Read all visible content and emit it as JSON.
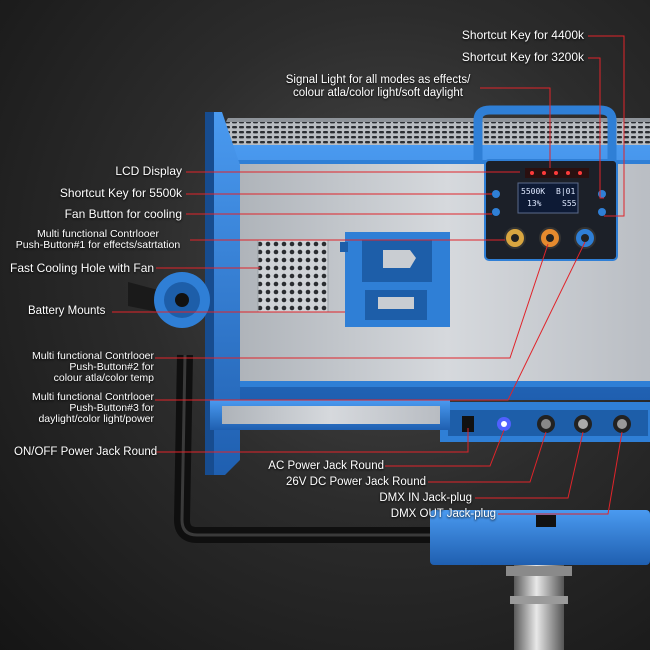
{
  "labels": {
    "shortcut_4400k": "Shortcut Key for 4400k",
    "shortcut_3200k": "Shortcut Key for 3200k",
    "signal_light_l1": "Signal Light for all modes as effects/",
    "signal_light_l2": "colour atla/color light/soft daylight",
    "lcd_display": "LCD Display",
    "shortcut_5500k": "Shortcut Key for 5500k",
    "fan_button": "Fan Button for cooling",
    "controller1_l1": "Multi functional Contrlooer",
    "controller1_l2": "Push-Button#1 for effects/satrtation",
    "fast_cooling": "Fast Cooling Hole with Fan",
    "battery_mounts": "Battery Mounts",
    "controller2_l1": "Multi functional Contrlooer",
    "controller2_l2": "Push-Button#2 for",
    "controller2_l3": "colour atla/color temp",
    "controller3_l1": "Multi functional Contrlooer",
    "controller3_l2": "Push-Button#3 for",
    "controller3_l3": "daylight/color light/power",
    "power_switch": "ON/OFF Power Jack Round",
    "ac_power": "AC Power Jack Round",
    "dc_power": "26V DC Power Jack Round",
    "dmx_in": "DMX IN Jack-plug",
    "dmx_out": "DMX OUT Jack-plug"
  },
  "lcd": {
    "cct": "5500K",
    "channel": "B|01",
    "intensity": "13%",
    "status": "S55"
  },
  "colors": {
    "leader_line": "#e0242a",
    "housing_blue": "#2f7fd6",
    "panel_silver": "#c9cdd2"
  }
}
